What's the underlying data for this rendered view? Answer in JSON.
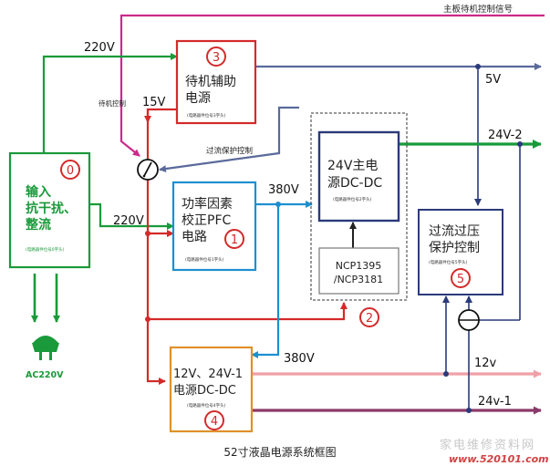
{
  "caption": "52寸液晶电源系统框图",
  "watermark": {
    "line1": "家电维修资料网",
    "line2": "www.520101.com"
  },
  "signals": {
    "standby_signal": "主板待机控制信号",
    "standby_ctrl": "待机控制",
    "overcurrent_ctrl": "过流保护控制"
  },
  "voltages": {
    "v220_top": "220V",
    "v220_mid": "220V",
    "v15": "15V",
    "v380_top": "380V",
    "v380_bottom": "380V",
    "v5": "5V",
    "v24_2": "24V-2",
    "v12": "12v",
    "v24_1": "24v-1"
  },
  "blocks": {
    "input": {
      "number": "0",
      "line1": "输入",
      "line2": "抗干扰、",
      "line3": "整流",
      "note": "(电路器件位号0字头)",
      "plug_label": "AC220V"
    },
    "standby": {
      "number": "3",
      "line1": "待机辅助",
      "line2": "电源",
      "note": "(电路器件位号3字头)"
    },
    "pfc": {
      "number": "1",
      "line1": "功率因素",
      "line2": "校正PFC",
      "line3": "电路",
      "note": "(电路器件位号1字头)"
    },
    "main_dcdc": {
      "line1": "24V主电",
      "line2": "源DC-DC",
      "note": "(电路器件位号2字头)"
    },
    "ncp": {
      "line1": "NCP1395",
      "line2": "/NCP3181",
      "number": "2"
    },
    "protection": {
      "number": "5",
      "line1": "过流过压",
      "line2": "保护控制",
      "note": "(电路器件位号5字头)"
    },
    "dcdc12": {
      "number": "4",
      "line1": "12V、24V-1",
      "line2": "电源DC-DC",
      "note": "(电路器件位号4字头)"
    }
  },
  "colors": {
    "green": "#1a9a3a",
    "red": "#d42a2a",
    "magenta": "#cc2a8a",
    "blue_dark": "#2a3a7a",
    "cyan": "#1e8fd0",
    "navy": "#5a6a9a",
    "pink": "#f0a0a8",
    "purple": "#8a3a6a",
    "orange": "#e0902a"
  }
}
